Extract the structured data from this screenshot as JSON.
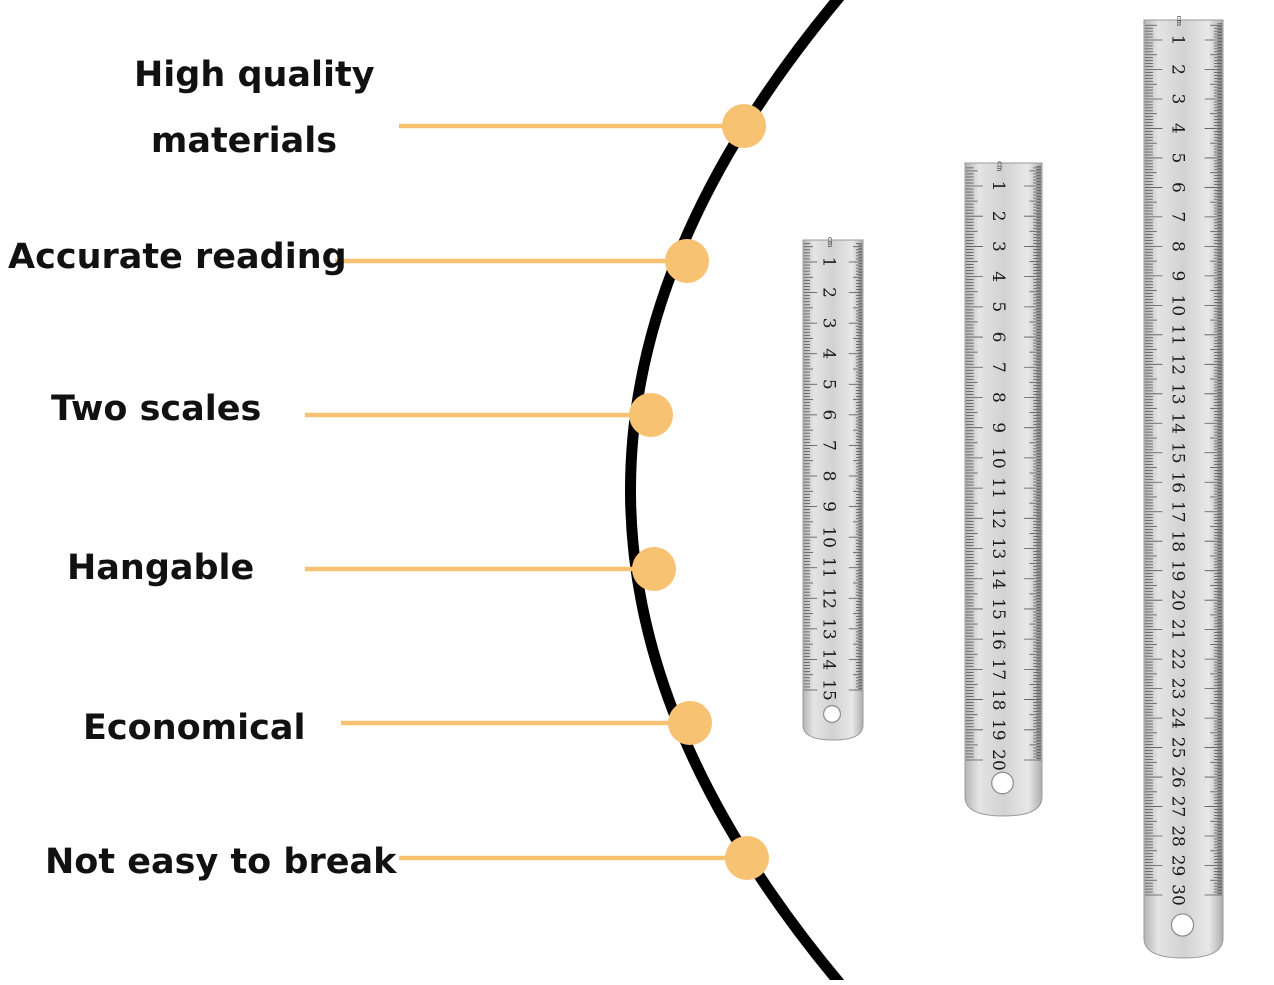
{
  "features": [
    {
      "lines": [
        "High quality",
        "materials"
      ]
    },
    {
      "lines": [
        "Accurate reading"
      ]
    },
    {
      "lines": [
        "Two scales"
      ]
    },
    {
      "lines": [
        "Hangable"
      ]
    },
    {
      "lines": [
        "Economical"
      ]
    },
    {
      "lines": [
        "Not easy to break"
      ]
    }
  ],
  "rulers": [
    {
      "unit": "cm",
      "max": 15
    },
    {
      "unit": "cm",
      "max": 20
    },
    {
      "unit": "cm",
      "max": 30
    }
  ],
  "colors": {
    "accent": "#F8C273",
    "arc": "#000000",
    "text": "#111111",
    "steel_light": "#E6E6E6",
    "steel_mid": "#C9C9C9",
    "steel_dark": "#A8A8A8"
  }
}
